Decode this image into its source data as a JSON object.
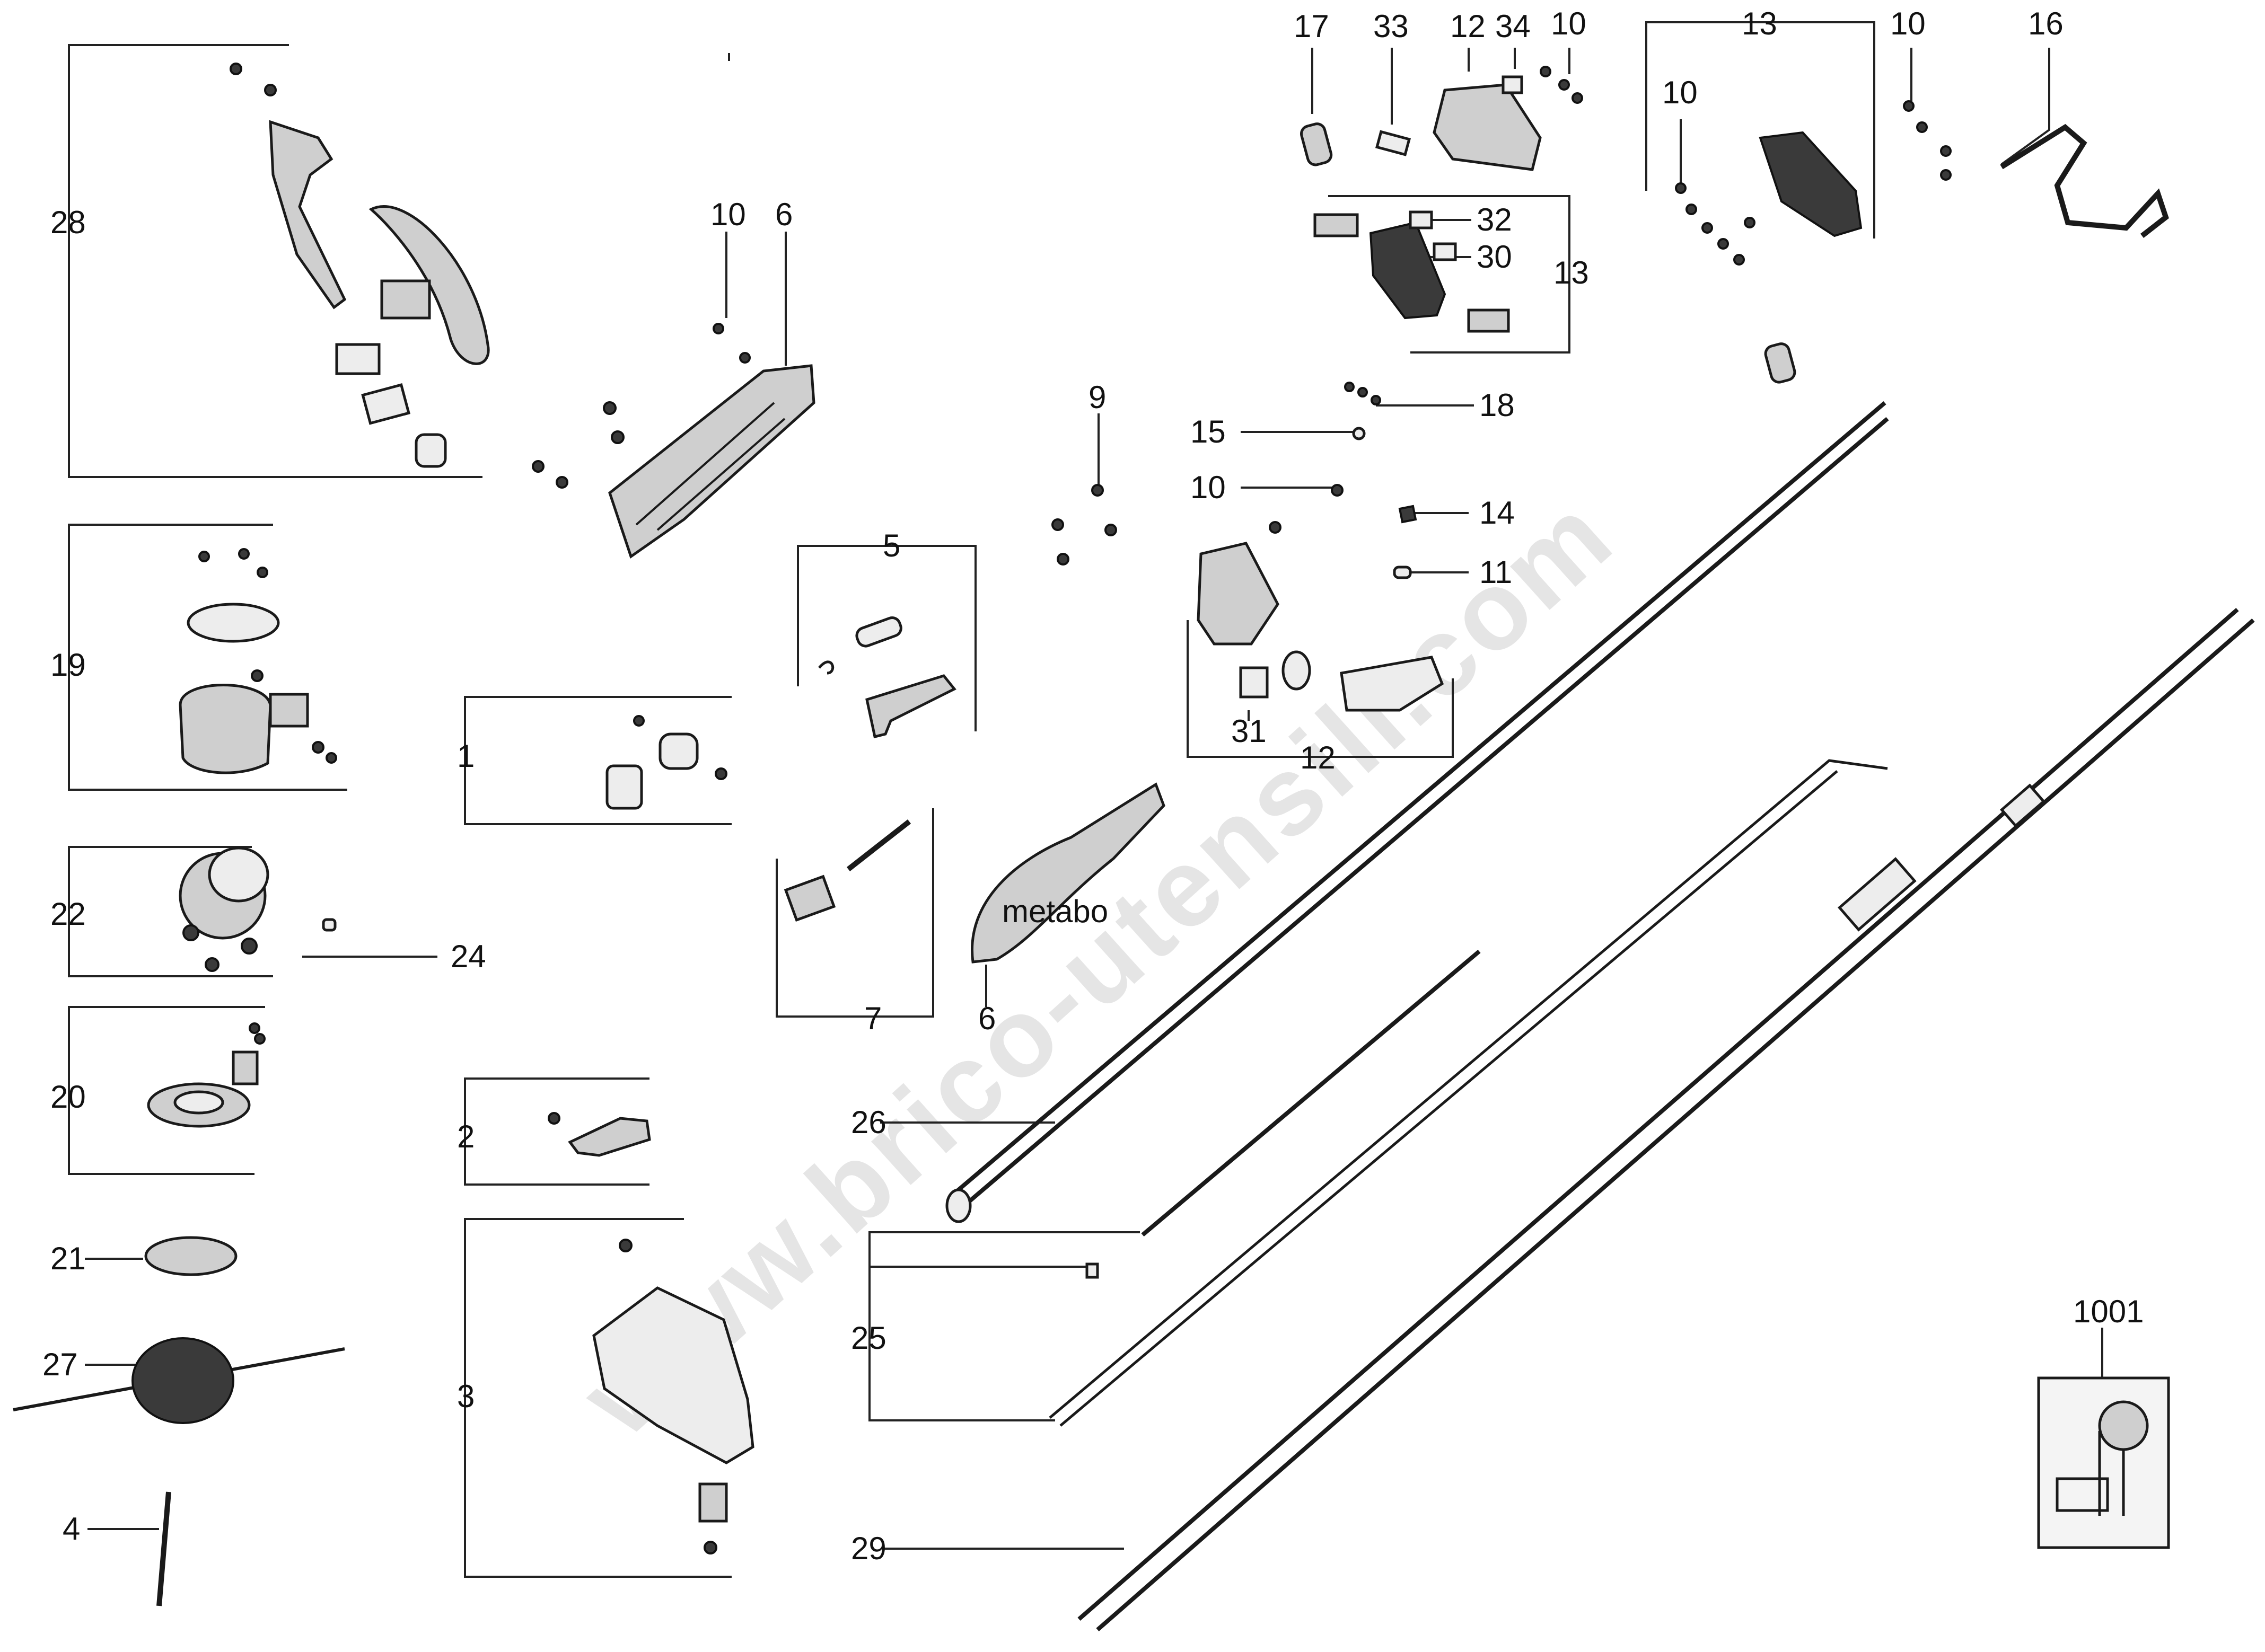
{
  "watermark": "www.brico-utensili.com",
  "labels": {
    "p28": "28",
    "p10a": "10",
    "p6a": "6",
    "p9": "9",
    "p15": "15",
    "p10b": "10",
    "p14": "14",
    "p11": "11",
    "p18": "18",
    "p17": "17",
    "p33": "33",
    "p12a": "12",
    "p34": "34",
    "p10c": "10",
    "p13a": "13",
    "p10d": "10",
    "p10e": "10",
    "p16": "16",
    "p32": "32",
    "p30": "30",
    "p13b": "13",
    "p19": "19",
    "p1": "1",
    "p5": "5",
    "p31": "31",
    "p12b": "12",
    "p22": "22",
    "p24": "24",
    "p7": "7",
    "p6b": "6",
    "p26": "26",
    "p20": "20",
    "p2": "2",
    "p21": "21",
    "p27": "27",
    "p3": "3",
    "p25": "25",
    "p4": "4",
    "p29": "29",
    "p1001": "1001"
  },
  "colors": {
    "line": "#1a1a1a",
    "part_fill": "#cfcfcf",
    "dark_part": "#3a3a3a",
    "background": "#ffffff"
  }
}
